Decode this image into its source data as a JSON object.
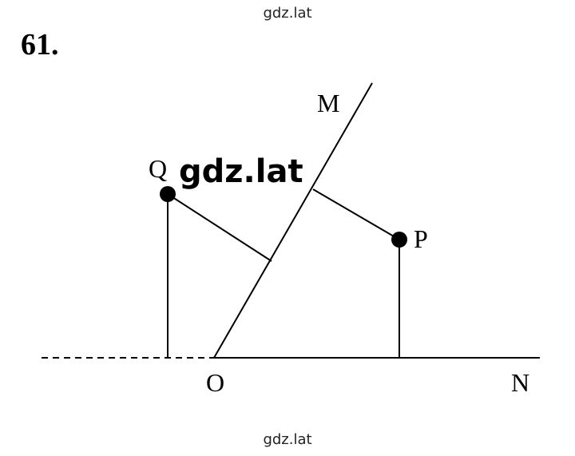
{
  "header": {
    "watermark": "gdz.lat"
  },
  "problem": {
    "number": "61."
  },
  "diagram": {
    "watermark": "gdz.lat",
    "labels": {
      "M": "M",
      "Q": "Q",
      "P": "P",
      "O": "O",
      "N": "N"
    },
    "line_color": "#000000"
  },
  "footer": {
    "watermark": "gdz.lat"
  }
}
